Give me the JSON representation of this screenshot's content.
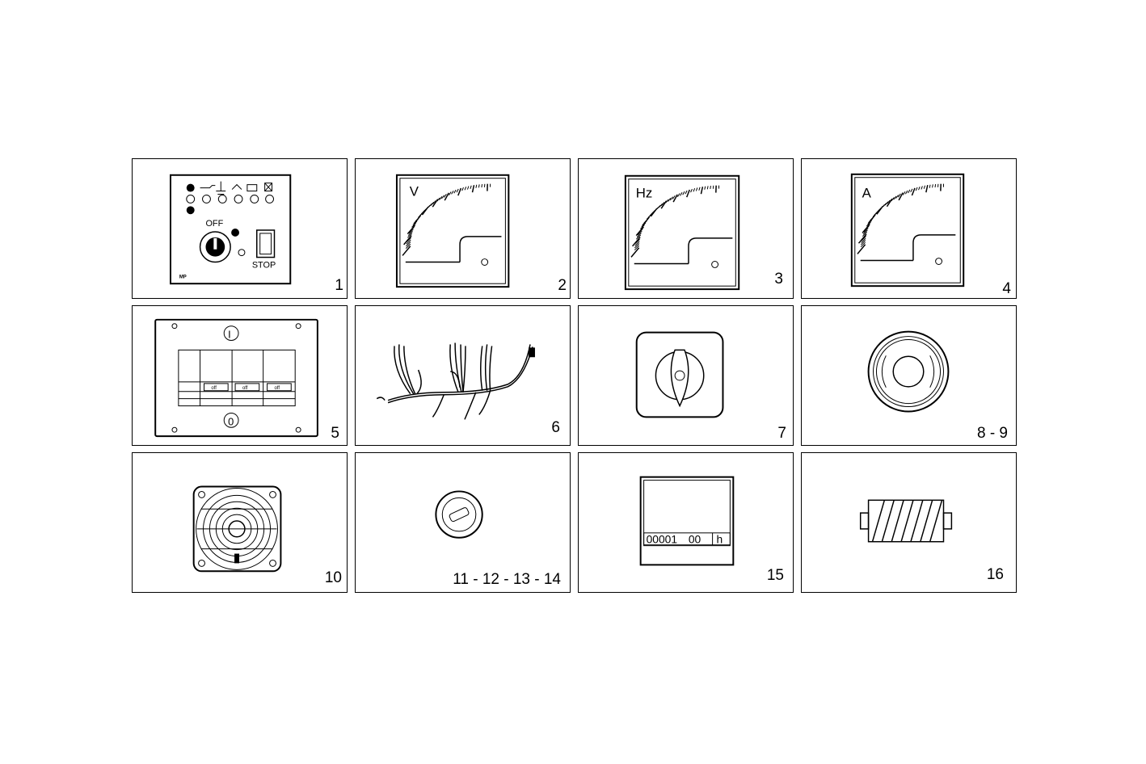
{
  "panels": [
    {
      "number": "1",
      "labels": {
        "off": "OFF",
        "stop": "STOP",
        "mp": "MP"
      }
    },
    {
      "number": "2",
      "unit": "V"
    },
    {
      "number": "3",
      "unit": "Hz"
    },
    {
      "number": "4",
      "unit": "A"
    },
    {
      "number": "5",
      "labels": {
        "on": "I",
        "zero": "0",
        "off": "off"
      }
    },
    {
      "number": "6"
    },
    {
      "number": "7"
    },
    {
      "number": "8 - 9"
    },
    {
      "number": "10"
    },
    {
      "number": "11 - 12 - 13 - 14"
    },
    {
      "number": "15",
      "counter": "00001 00",
      "unit": "h"
    },
    {
      "number": "16"
    }
  ]
}
